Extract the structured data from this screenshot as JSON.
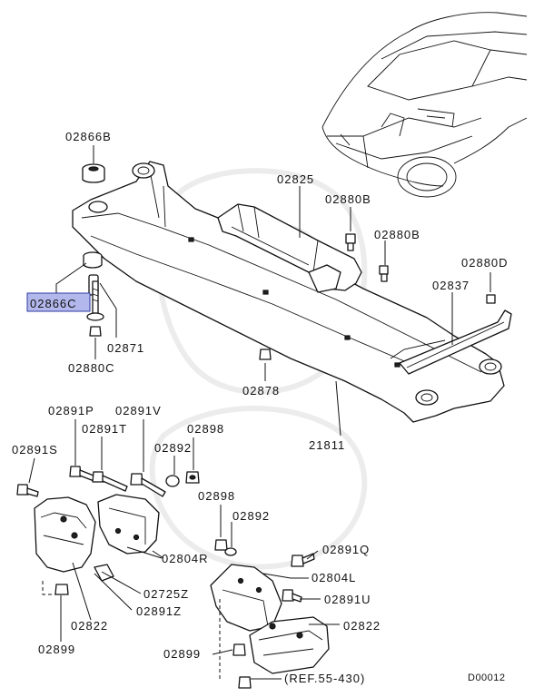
{
  "diagram": {
    "labels": {
      "p02866B": "02866B",
      "p02866C": "02866C",
      "p02871": "02871",
      "p02880C": "02880C",
      "p02825": "02825",
      "p02880B_1": "02880B",
      "p02880B_2": "02880B",
      "p02880D": "02880D",
      "p02837": "02837",
      "p02878": "02878",
      "p21811": "21811",
      "p02891P": "02891P",
      "p02891V": "02891V",
      "p02891T": "02891T",
      "p02898_1": "02898",
      "p02891S": "02891S",
      "p02892_1": "02892",
      "p02898_2": "02898",
      "p02892_2": "02892",
      "p02804R": "02804R",
      "p02891Q": "02891Q",
      "p02804L": "02804L",
      "p02725Z": "02725Z",
      "p02891U": "02891U",
      "p02891Z": "02891Z",
      "p02822_1": "02822",
      "p02822_2": "02822",
      "p02899_1": "02899",
      "p02899_2": "02899",
      "ref": "(REF.55-430)",
      "code": "D00012"
    },
    "highlight_color": "#b3b8ec",
    "highlighted_label": "02866C"
  }
}
